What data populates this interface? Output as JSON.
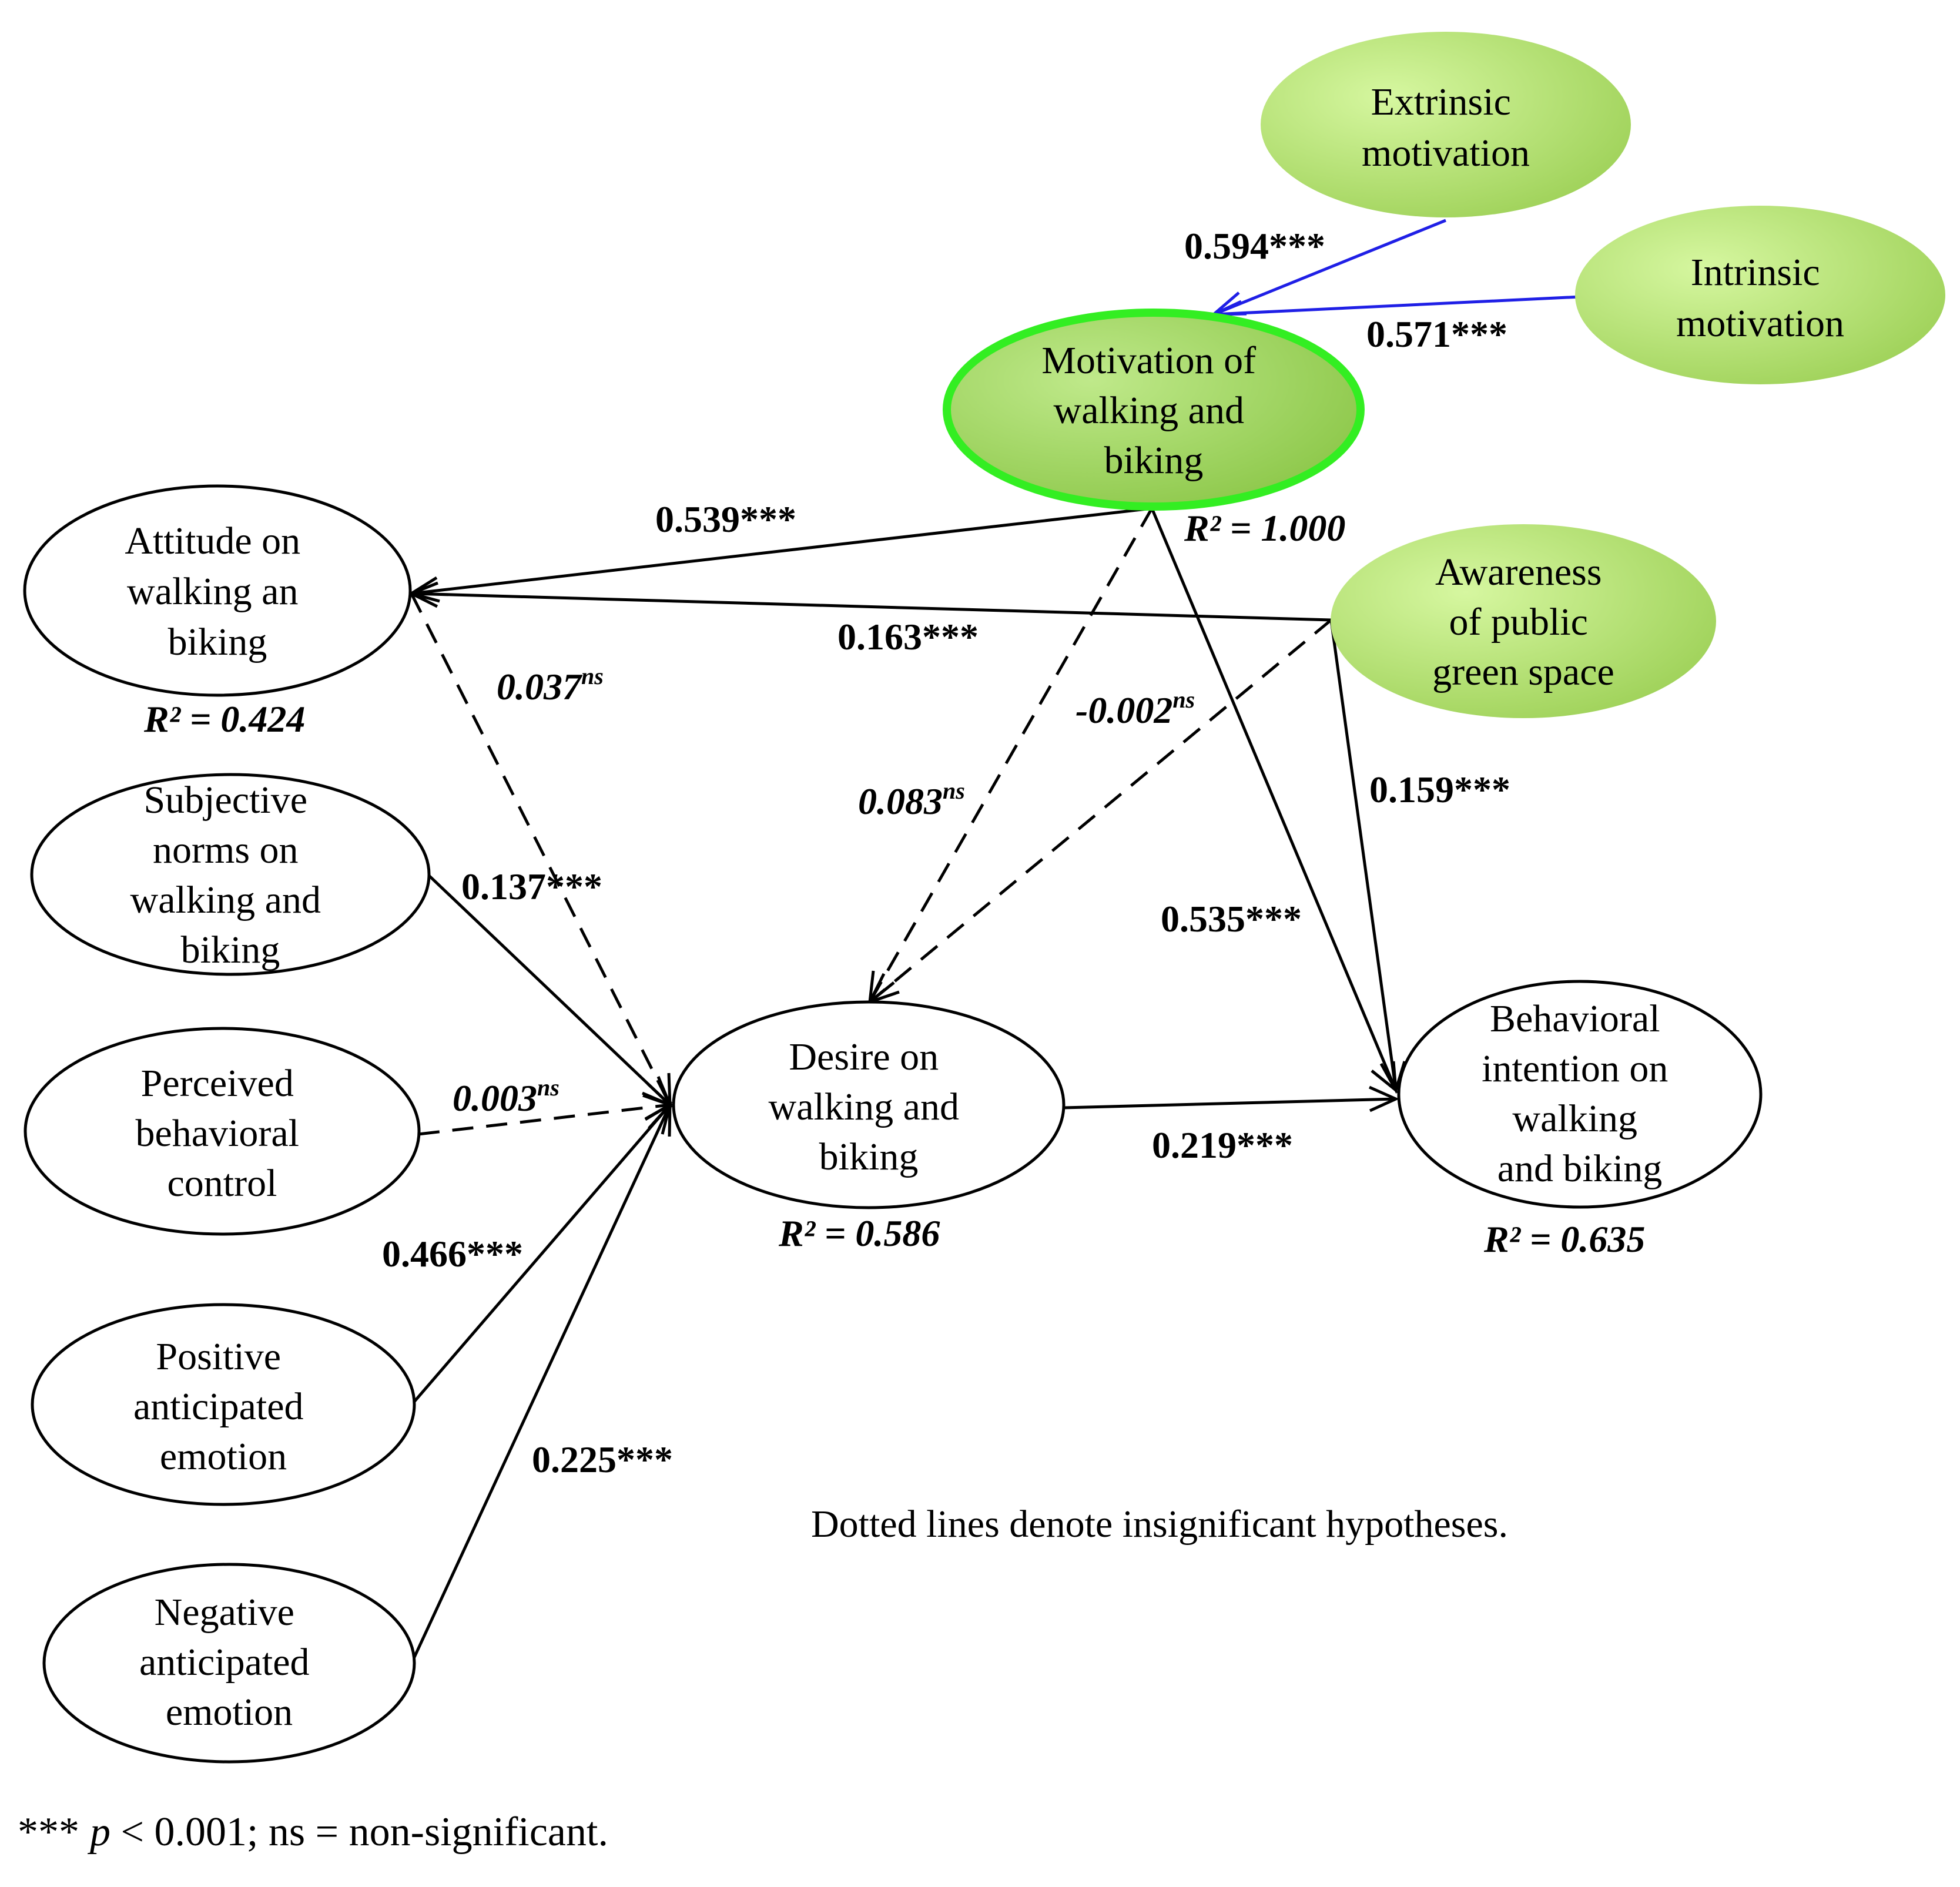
{
  "colors": {
    "green_fill": "#a3d65c",
    "green_light": "#d3f59a",
    "highlight_stroke": "#33ee22",
    "blue_arrow": "#1f1fe6",
    "black": "#000000"
  },
  "nodes": {
    "extrinsic": {
      "lines": [
        "Extrinsic",
        "motivation"
      ]
    },
    "intrinsic": {
      "lines": [
        "Intrinsic",
        "motivation"
      ]
    },
    "motivation": {
      "lines": [
        "Motivation of",
        "walking and",
        "biking"
      ],
      "r2": "R² = 1.000"
    },
    "attitude": {
      "lines": [
        "Attitude on",
        "walking an",
        "biking"
      ],
      "r2": "R² = 0.424"
    },
    "awareness": {
      "lines": [
        "Awareness",
        "of public",
        "green space"
      ]
    },
    "subjective": {
      "lines": [
        "Subjective",
        "norms on",
        "walking and",
        "biking"
      ]
    },
    "perceived": {
      "lines": [
        "Perceived",
        "behavioral",
        "control"
      ]
    },
    "positive": {
      "lines": [
        "Positive",
        "anticipated",
        "emotion"
      ]
    },
    "negative": {
      "lines": [
        "Negative",
        "anticipated",
        "emotion"
      ]
    },
    "desire": {
      "lines": [
        "Desire on",
        "walking and",
        "biking"
      ],
      "r2": "R² = 0.586"
    },
    "intention": {
      "lines": [
        "Behavioral",
        "intention on",
        "walking",
        "and biking"
      ],
      "r2": "R² = 0.635"
    }
  },
  "paths": {
    "extrinsic_motivation": {
      "value": "0.594",
      "sig": "***"
    },
    "intrinsic_motivation": {
      "value": "0.571",
      "sig": "***"
    },
    "motivation_attitude": {
      "value": "0.539",
      "sig": "***"
    },
    "awareness_attitude": {
      "value": "0.163",
      "sig": "***"
    },
    "attitude_desire": {
      "value": "0.037",
      "sig": "ns"
    },
    "awareness_desire": {
      "value": "-0.002",
      "sig": "ns"
    },
    "motivation_desire": {
      "value": "0.083",
      "sig": "ns"
    },
    "awareness_intention": {
      "value": "0.159",
      "sig": "***"
    },
    "motivation_intention": {
      "value": "0.535",
      "sig": "***"
    },
    "subjective_desire": {
      "value": "0.137",
      "sig": "***"
    },
    "perceived_desire": {
      "value": "0.003",
      "sig": "ns"
    },
    "positive_desire": {
      "value": "0.466",
      "sig": "***"
    },
    "negative_desire": {
      "value": "0.225",
      "sig": "***"
    },
    "desire_intention": {
      "value": "0.219",
      "sig": "***"
    }
  },
  "note": "Dotted lines denote insignificant hypotheses.",
  "footnote": {
    "stars": "***",
    "p": "p",
    "rest": " < 0.001; ns = non-significant."
  }
}
